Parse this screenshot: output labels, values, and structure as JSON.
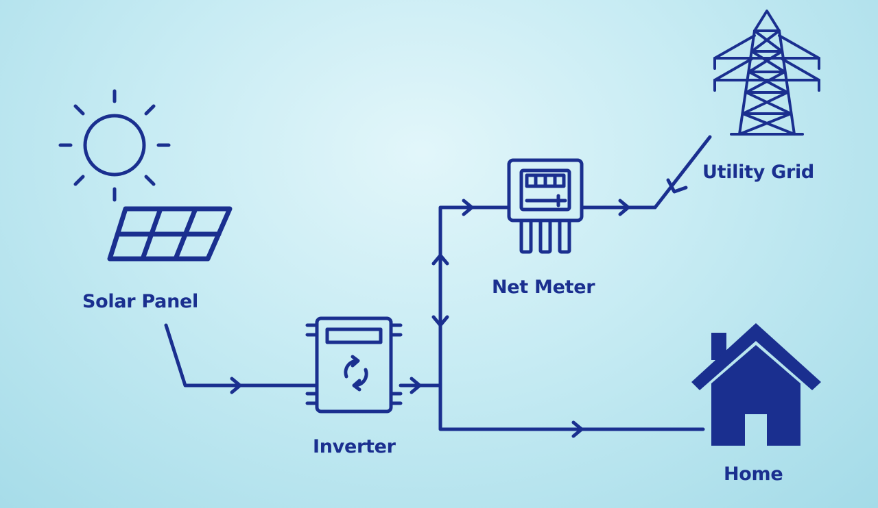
{
  "colors": {
    "line": "#1a2f8f"
  },
  "nodes": {
    "solar_panel": {
      "label": "Solar Panel",
      "icon": "solar-panel-icon"
    },
    "sun": {
      "icon": "sun-icon"
    },
    "inverter": {
      "label": "Inverter",
      "icon": "inverter-icon"
    },
    "net_meter": {
      "label": "Net Meter",
      "icon": "net-meter-icon"
    },
    "utility_grid": {
      "label": "Utility Grid",
      "icon": "transmission-tower-icon"
    },
    "home": {
      "label": "Home",
      "icon": "house-icon"
    }
  },
  "edges": [
    {
      "from": "solar_panel",
      "to": "inverter",
      "direction": "forward"
    },
    {
      "from": "inverter",
      "to": "net_meter",
      "direction": "bidirectional"
    },
    {
      "from": "inverter",
      "to": "home",
      "direction": "forward"
    },
    {
      "from": "net_meter",
      "to": "utility_grid",
      "direction": "forward"
    },
    {
      "from": "utility_grid",
      "to": "net_meter",
      "direction": "forward"
    }
  ]
}
